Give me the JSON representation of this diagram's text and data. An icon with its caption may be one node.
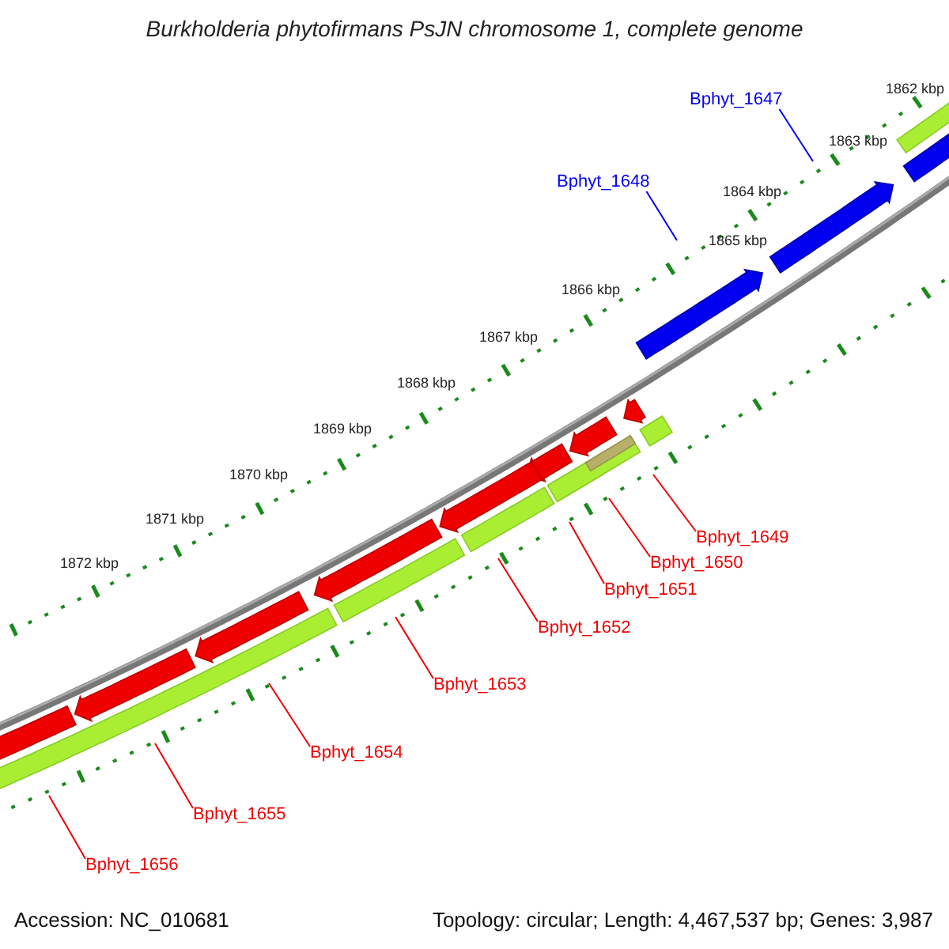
{
  "diagram": {
    "title": "Burkholderia phytofirmans PsJN chromosome 1, complete genome",
    "nodes": [
      {
        "text": [
          "Bphyt_1647"
        ]
      },
      {
        "text": [
          "Bphyt_1648"
        ]
      },
      {
        "text": [
          "Bphyt_1649"
        ]
      },
      {
        "text": [
          "Bphyt_1650"
        ]
      },
      {
        "text": [
          "Bphyt_1651"
        ]
      },
      {
        "text": [
          "Bphyt_1652"
        ]
      },
      {
        "text": [
          "Bphyt_1653"
        ]
      },
      {
        "text": [
          "Bphyt_1654"
        ]
      },
      {
        "text": [
          "Bphyt_1655"
        ]
      },
      {
        "text": [
          "Bphyt_1656"
        ]
      }
    ],
    "edges": [
      {
        "from": 0,
        "to": null,
        "arrow": "none",
        "color": "#0000ee"
      },
      {
        "from": 1,
        "to": null,
        "arrow": "none",
        "color": "#0000ee"
      },
      {
        "from": 2,
        "to": null,
        "arrow": "none"
      },
      {
        "from": 3,
        "to": null,
        "arrow": "none"
      },
      {
        "from": 4,
        "to": null,
        "arrow": "none"
      },
      {
        "from": 5,
        "to": null,
        "arrow": "none"
      },
      {
        "from": 6,
        "to": null,
        "arrow": "none"
      },
      {
        "from": 7,
        "to": null,
        "arrow": "none"
      },
      {
        "from": 8,
        "to": null,
        "arrow": "none"
      },
      {
        "from": 9,
        "to": null,
        "arrow": "none"
      }
    ],
    "labels": [
      "1862 kbp",
      "1863 kbp",
      "1864 kbp",
      "1865 kbp",
      "1866 kbp",
      "1867 kbp",
      "1868 kbp",
      "1869 kbp",
      "1870 kbp",
      "1871 kbp",
      "1872 kbp",
      "Accession: NC_010681",
      "Topology: circular; Length: 4,467,537 bp; Genes: 3,987"
    ]
  }
}
